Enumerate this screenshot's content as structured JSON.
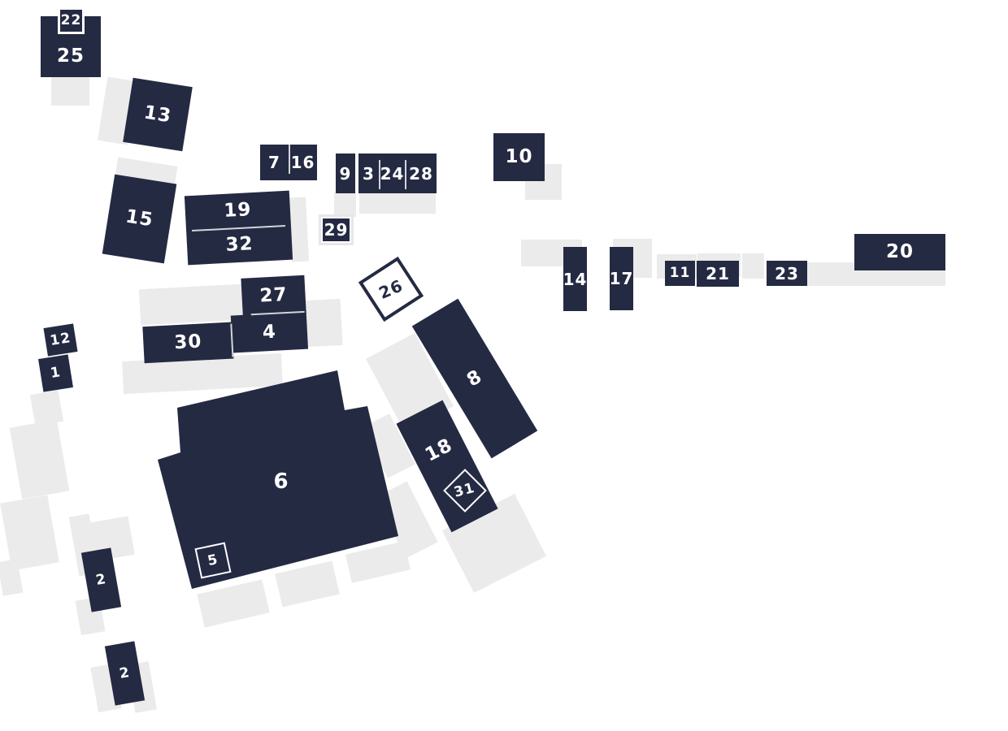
{
  "map": {
    "name": "site-plan-numbered-buildings",
    "background": "white"
  },
  "colors": {
    "building": "#252a43",
    "shadow": "#ebebeb",
    "label": "#ffffff",
    "background": "#ffffff",
    "divider": "#cfd3dd"
  },
  "labels": {
    "b1": "1",
    "b2a": "2",
    "b2b": "2",
    "b3": "3",
    "b4": "4",
    "b5": "5",
    "b6": "6",
    "b7": "7",
    "b8": "8",
    "b9": "9",
    "b10": "10",
    "b11": "11",
    "b12": "12",
    "b13": "13",
    "b14": "14",
    "b15": "15",
    "b16": "16",
    "b17": "17",
    "b18": "18",
    "b19": "19",
    "b20": "20",
    "b21": "21",
    "b22": "22",
    "b23": "23",
    "b24": "24",
    "b25": "25",
    "b26": "26",
    "b27": "27",
    "b28": "28",
    "b29": "29",
    "b30": "30",
    "b31": "31",
    "b32": "32"
  }
}
